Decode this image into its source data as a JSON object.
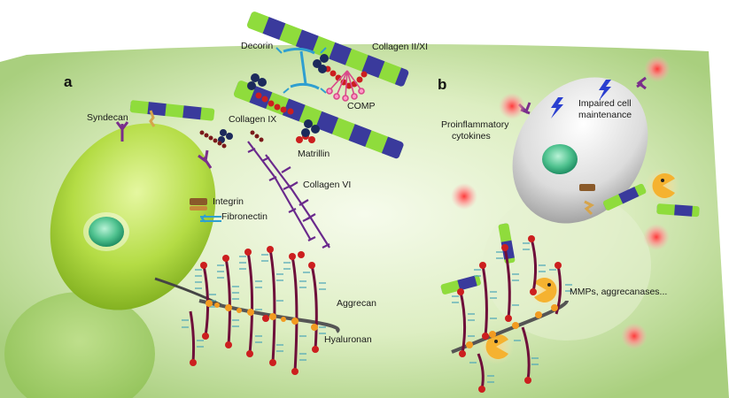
{
  "panels": {
    "a": "a",
    "b": "b"
  },
  "labels": {
    "decorin": "Decorin",
    "collagen_ii_xi": "Collagen II/XI",
    "comp": "COMP",
    "collagen_ix": "Collagen IX",
    "matrillin": "Matrillin",
    "syndecan": "Syndecan",
    "collagen_vi": "Collagen VI",
    "integrin": "Integrin",
    "fibronectin": "Fibronectin",
    "aggrecan": "Aggrecan",
    "hyaluronan": "Hyaluronan",
    "proinflammatory_line1": "Proinflammatory",
    "proinflammatory_line2": "cytokines",
    "impaired_line1": "Impaired cell",
    "impaired_line2": "maintenance",
    "mmps": "MMPs, aggrecanases..."
  },
  "colors": {
    "background_green": "#c9e2a6",
    "cell_healthy": "#b7e04a",
    "cell_impaired": "#e4e4e4",
    "nucleus": "#4fc28f",
    "collagen_green": "#8fdc3c",
    "collagen_blue": "#3a3a9c",
    "aggrecan_core": "#6e0f3a",
    "glycosaminoglycan": "#4fa8b8",
    "hyaluronan": "#555555",
    "link_dot": "#f29b21",
    "red_dot": "#cc1f1f",
    "collagen_vi_purple": "#6a2a8c",
    "cytokine": "#f06060",
    "lightning": "#2a3fd0",
    "protease": "#f5b230"
  },
  "icons": {
    "lightning": "lightning-bolt-icon",
    "protease": "pacman-protease-icon",
    "cytokine": "glowing-cytokine-icon"
  }
}
